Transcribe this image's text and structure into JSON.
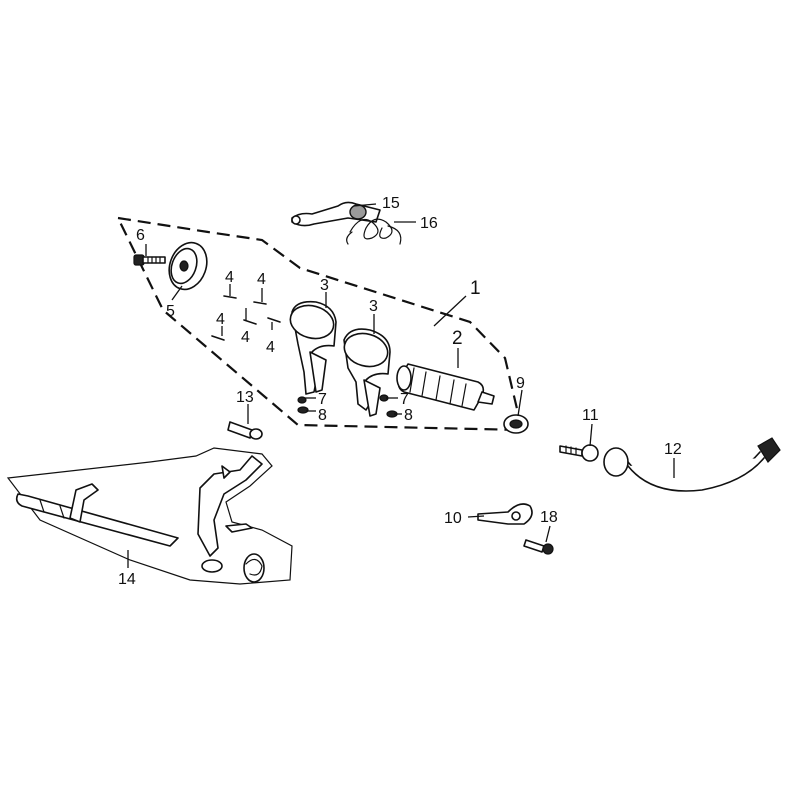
{
  "diagram": {
    "callouts": {
      "c1": "1",
      "c2": "2",
      "c3a": "3",
      "c3b": "3",
      "c4a": "4",
      "c4b": "4",
      "c4c": "4",
      "c4d": "4",
      "c4e": "4",
      "c5": "5",
      "c6": "6",
      "c7a": "7",
      "c7b": "7",
      "c8a": "8",
      "c8b": "8",
      "c9": "9",
      "c10": "10",
      "c11": "11",
      "c12": "12",
      "c13": "13",
      "c14": "14",
      "c15": "15",
      "c16": "16",
      "c18": "18"
    }
  }
}
